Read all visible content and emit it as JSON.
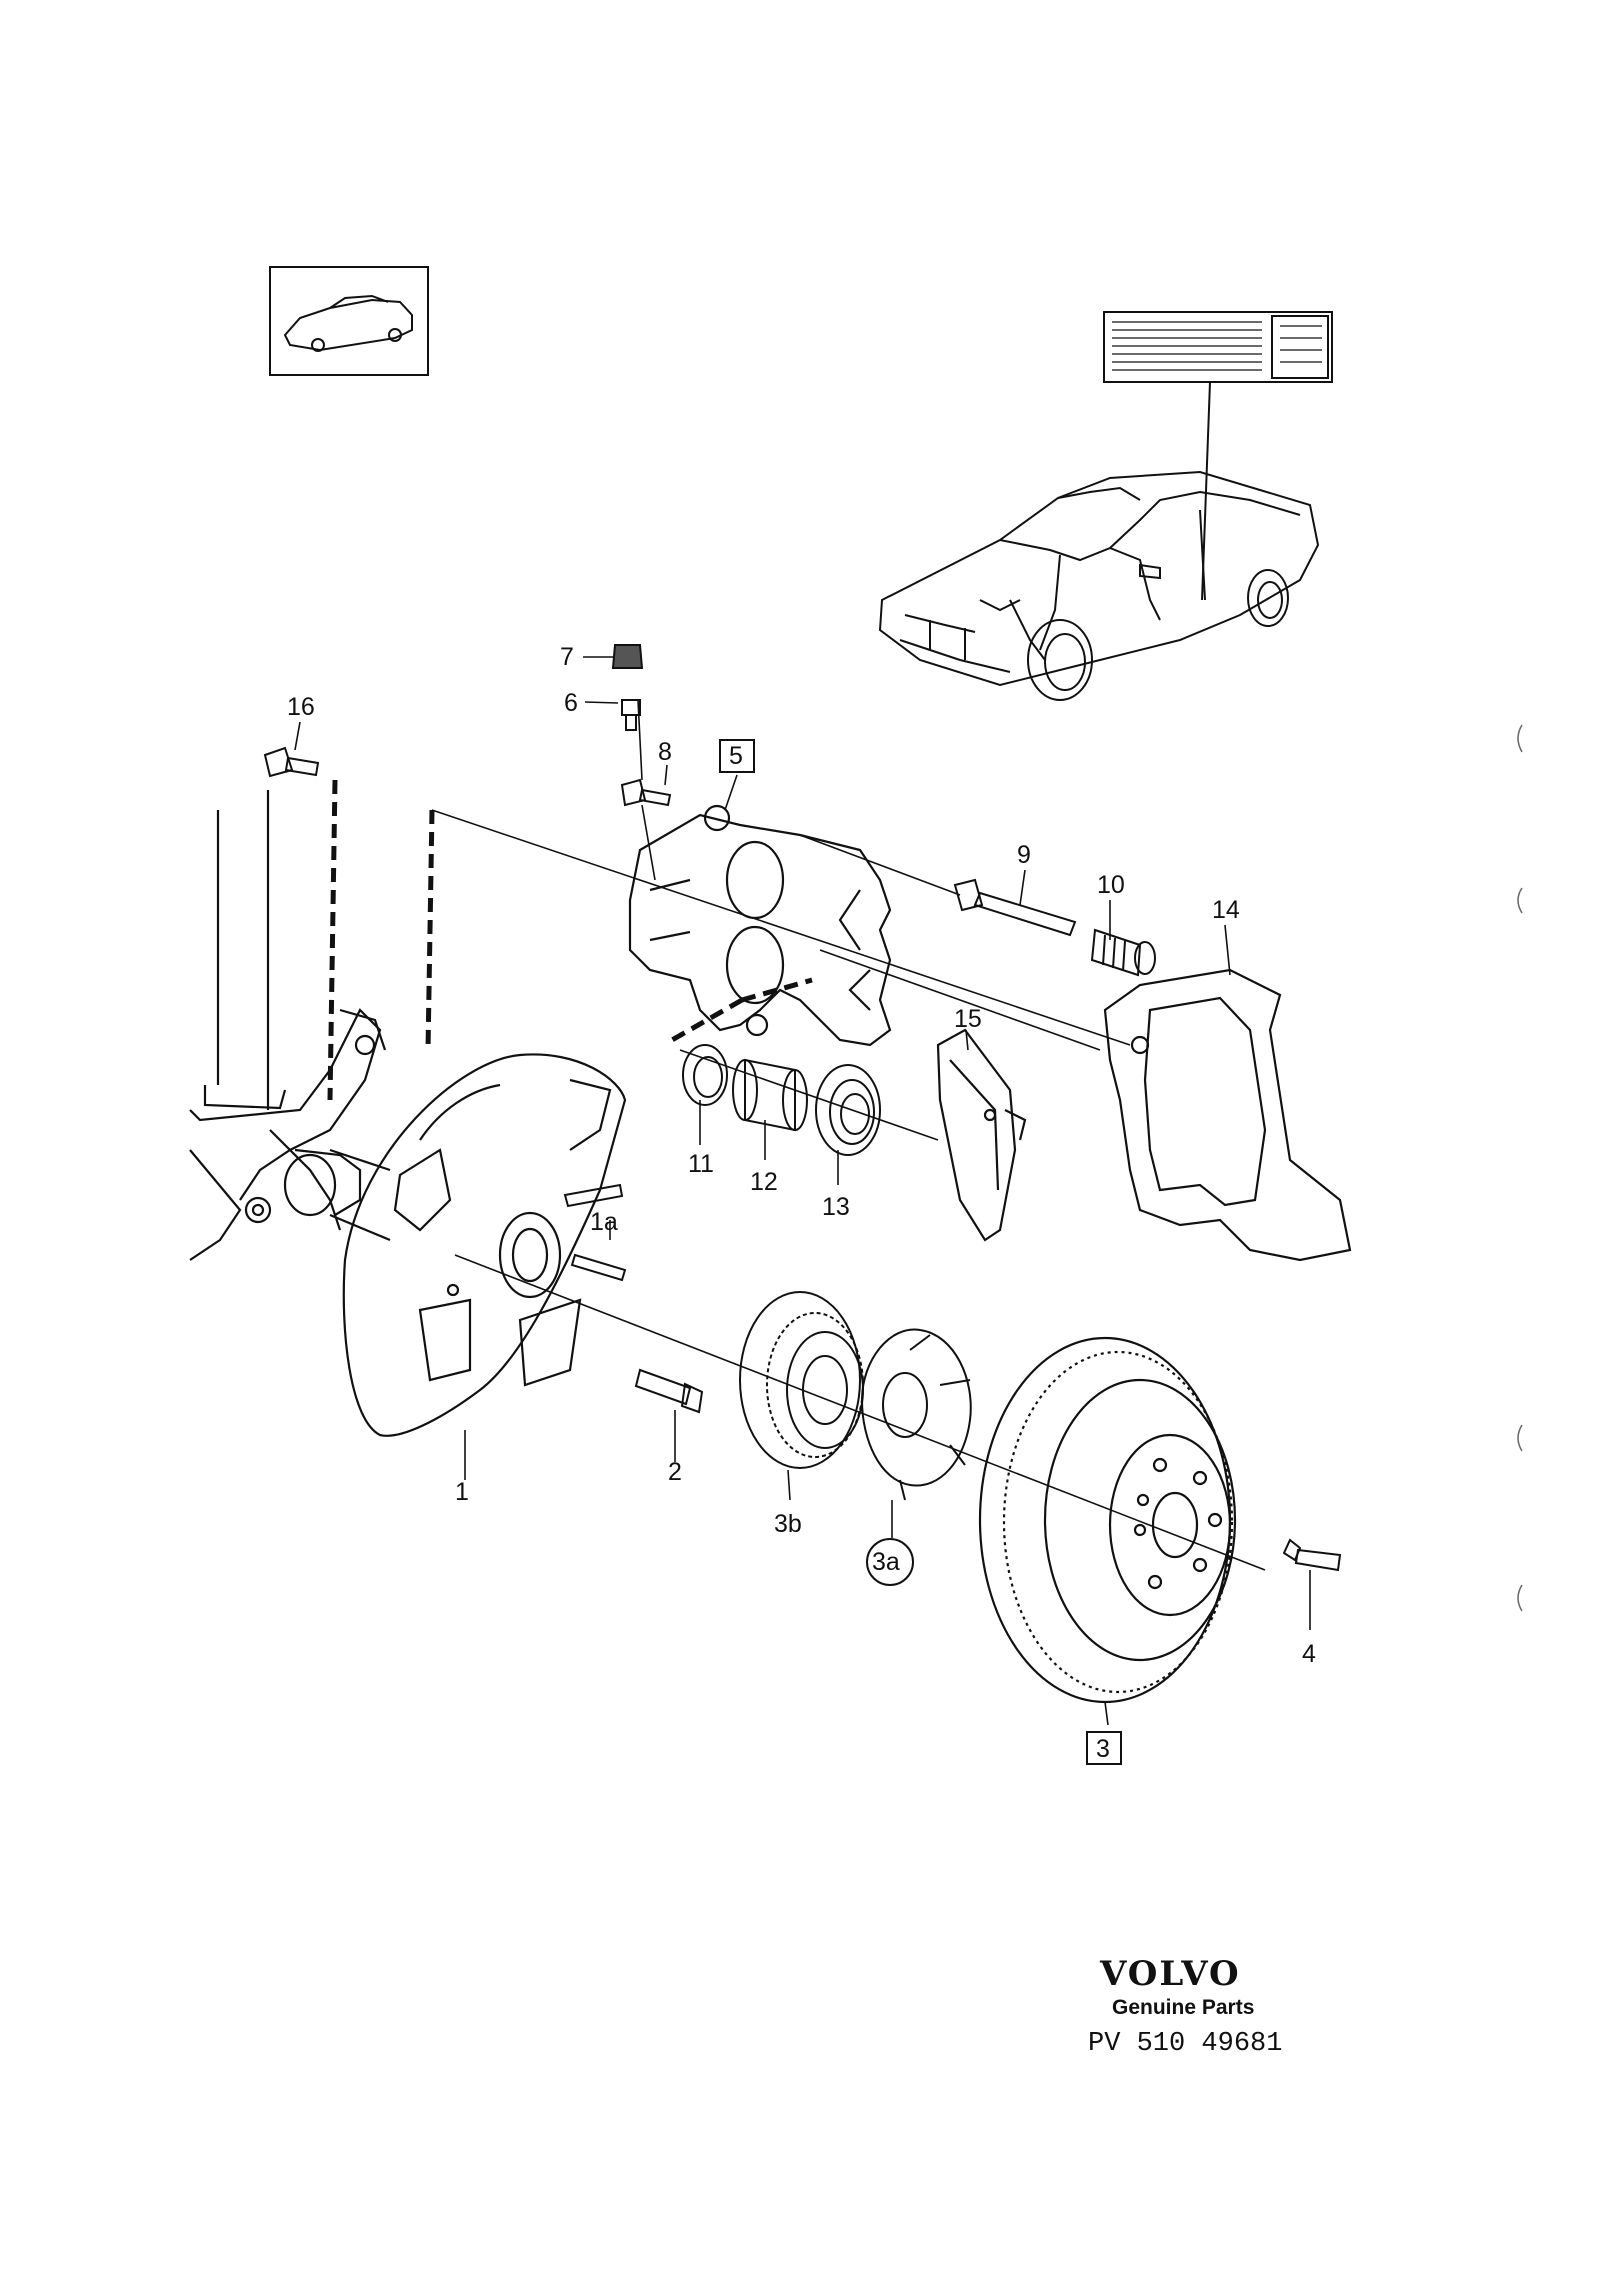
{
  "callouts": {
    "c1": "1",
    "c1a": "1a",
    "c2": "2",
    "c3": "3",
    "c3a": "3a",
    "c3b": "3b",
    "c4": "4",
    "c5": "5",
    "c6": "6",
    "c7": "7",
    "c8": "8",
    "c9": "9",
    "c10": "10",
    "c11": "11",
    "c12": "12",
    "c13": "13",
    "c14": "14",
    "c15": "15",
    "c16": "16"
  },
  "brand": {
    "wordmark": "VOLVO",
    "tagline": "Genuine Parts",
    "code": "PV 510 49681"
  }
}
